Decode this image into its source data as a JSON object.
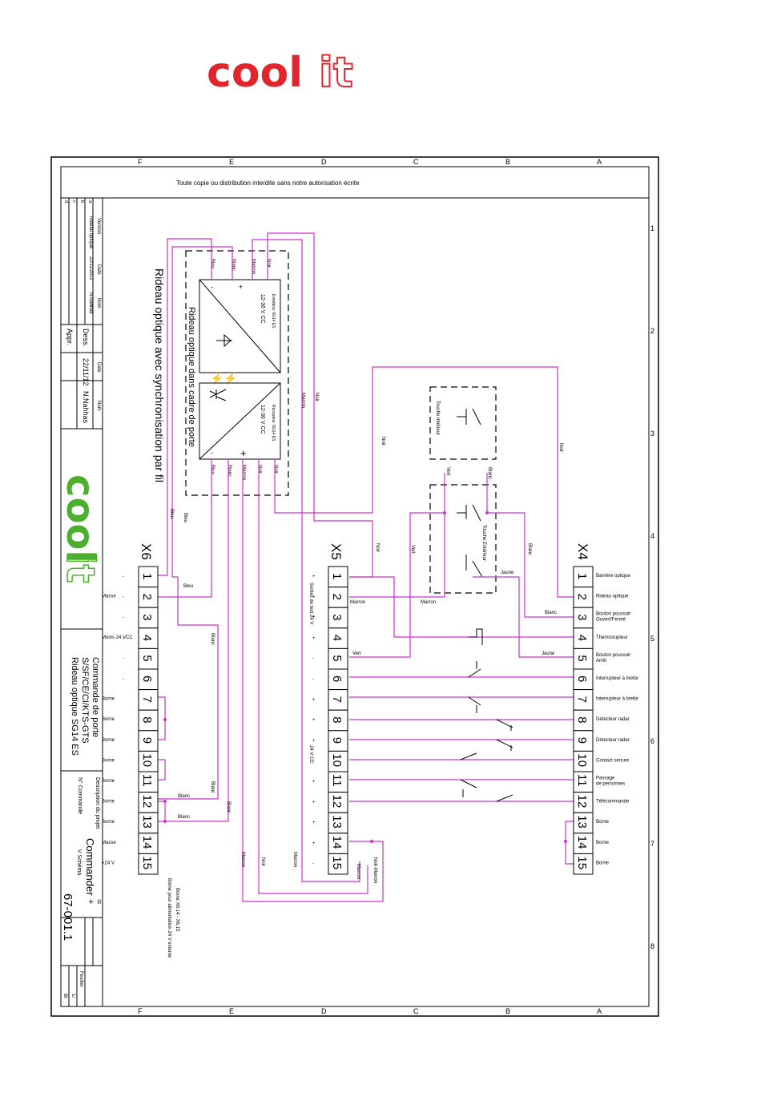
{
  "logo": {
    "word1": "cool",
    "word2": "it",
    "color": "#e0252c"
  },
  "frame": {
    "col_letters": [
      "F",
      "E",
      "D",
      "C",
      "B",
      "A"
    ],
    "row_numbers": [
      "1",
      "2",
      "3",
      "4",
      "5",
      "6",
      "7",
      "8"
    ],
    "notice": "Toute copie ou distribution interdite sans notre autorisation écrite"
  },
  "title_block": {
    "rev_headers": [
      "Version",
      "Date",
      "Nom"
    ],
    "rev_row": [
      "Rideau optique",
      "22/11/2012",
      "N.Nahhas"
    ],
    "rev_letters": [
      "a",
      "b",
      "c",
      "d"
    ],
    "dess_label": "Dess.",
    "appr_label": "Appr.",
    "dess_date_header": "Date",
    "dess_name_header": "Nom",
    "dess_date": "22/11/12",
    "dess_name": "N.Nahhas",
    "logo_word1": "cool",
    "logo_word2": "it",
    "logo_color": "#4caf2e",
    "command_lines": [
      "Commande de porte",
      "S/SF/CE/CI/KTS-GTS",
      "Rideau optique SG14 ES"
    ],
    "desc_label": "Description du projet",
    "order_label": "N° Commande",
    "commander": "Commander",
    "schema_label": "V Schéma",
    "doc_number": "67-001.1",
    "sign_plus": "+",
    "sign_eq": "=",
    "page_label": "Feuillet",
    "page_value": "1/",
    "page_code": "Bl"
  },
  "diagram": {
    "title": "Rideau optique avec synchronisation par fil",
    "frame_label": "Rideau optique dans cadre de porte",
    "emitter": {
      "name": "Emetteur SG14 ES",
      "voltage": "12-36 V CC",
      "minus": "-",
      "plus": "+"
    },
    "receiver": {
      "name": "Récepteur SG14 ES",
      "voltage": "12-36 V CC",
      "minus": "-",
      "plus": "+"
    },
    "top_wire_labels": [
      "Bleu",
      "Blanc",
      "Marron",
      "Noir"
    ],
    "bottom_wire_labels": [
      "Bleu",
      "Blanc",
      "Marron",
      "Noir",
      "Noir"
    ],
    "push_int": "Touche Intérieur",
    "push_ext": "Touche Extérieur",
    "x4": {
      "name": "X4",
      "terminals": [
        "1",
        "2",
        "3",
        "4",
        "5",
        "6",
        "7",
        "8",
        "9",
        "10",
        "11",
        "12",
        "13",
        "14",
        "15"
      ],
      "labels": [
        "Barrière optique",
        "Rideau optique",
        "Bouton poussoir Ouvert/Fermé",
        "Thermorupteur",
        "Bouton poussoir Arrêt",
        "Interrupteur à tirette",
        "Interrupteur à tirette",
        "Détecteur radar",
        "Détecteur radar",
        "Contact serrure",
        "Passage de personnes",
        "Télécommande",
        "Borne",
        "Borne",
        "Borne"
      ]
    },
    "x5": {
      "name": "X5",
      "terminals": [
        "1",
        "2",
        "3",
        "4",
        "5",
        "6",
        "7",
        "8",
        "9",
        "10",
        "11",
        "12",
        "13",
        "14",
        "15"
      ],
      "signs": [
        "+",
        "+",
        "+",
        "+",
        "-",
        "-",
        "+",
        "+",
        "+",
        "-",
        "+",
        "+",
        "+",
        "+",
        "-"
      ],
      "group1": "Sorties de test 24 V",
      "group2": "24 V CC"
    },
    "x6": {
      "name": "X6",
      "terminals": [
        "1",
        "2",
        "3",
        "4",
        "5",
        "6",
        "7",
        "8",
        "9",
        "10",
        "11",
        "12",
        "13",
        "14",
        "15"
      ],
      "labels": [
        "",
        "Masse",
        "",
        "Moins 24 VCC",
        "",
        "",
        "Borne",
        "Borne",
        "Borne",
        "Borne",
        "Borne",
        "Borne",
        "Borne",
        "Masse",
        "+24 V"
      ],
      "signs": [
        "-",
        "-",
        "-",
        "-",
        "-",
        "-"
      ]
    },
    "wire_labels": {
      "bleu": "Bleu",
      "blanc": "Blanc",
      "marron": "Marron",
      "noir": "Noir",
      "vert": "Vert",
      "jaune": "Jaune",
      "noir_marron": "Noir-Marron"
    },
    "note_lines": [
      "Borne X6.14 - X6.15",
      "Borne pour alimentation 24 V externe"
    ],
    "wire_color": "#cc33cc"
  }
}
